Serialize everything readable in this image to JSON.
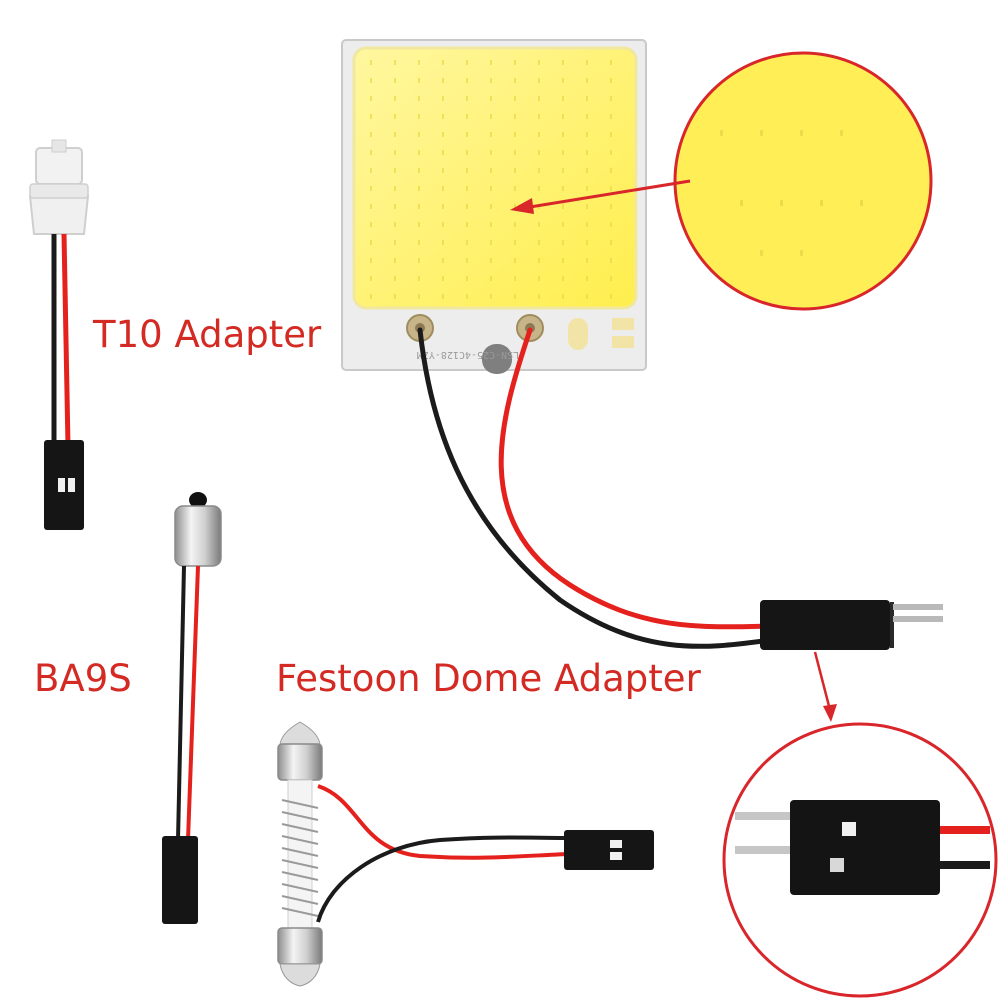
{
  "labels": {
    "t10": "T10 Adapter",
    "ba9s": "BA9S",
    "festoon": "Festoon Dome Adapter"
  },
  "board_print": "LSN-C25-4C128-YZM",
  "colors": {
    "led_yellow": "#fff36b",
    "board_silver": "#ededed",
    "wire_red": "#e4211c",
    "wire_black": "#1b1b1b",
    "label_red": "#d42a24",
    "callout_red": "#d8262a",
    "connector_black": "#151515",
    "pin_silver": "#b9b9b9",
    "socket_white": "#f2f2f2"
  }
}
